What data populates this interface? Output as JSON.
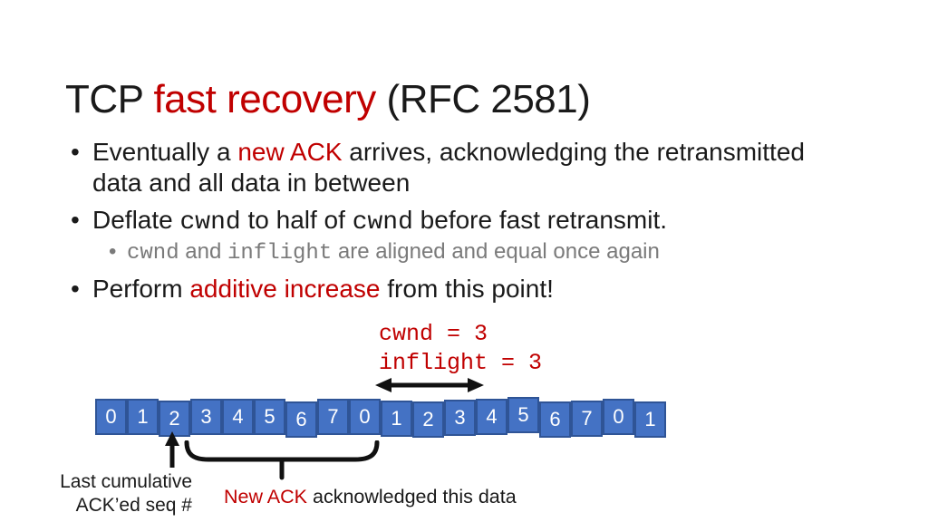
{
  "title": {
    "pre": "TCP ",
    "highlight": "fast recovery",
    "post": " (RFC 2581)"
  },
  "ui": {
    "bullet_char": "•"
  },
  "bullets": {
    "b1": {
      "line1_pre": "Eventually a ",
      "line1_red": "new ACK",
      "line1_post": " arrives, acknowledging the retransmitted",
      "line2": "data and all data in between"
    },
    "b2": {
      "pre": "Deflate ",
      "code1": "cwnd",
      "mid": " to half of ",
      "code2": "cwnd",
      "post": " before fast retransmit."
    },
    "sub": {
      "code1": "cwnd",
      "mid": " and ",
      "code2": "inflight",
      "post": " are aligned and equal once again"
    },
    "b3": {
      "pre": "Perform ",
      "red": "additive increase",
      "post": " from this point!"
    }
  },
  "state_labels": {
    "cwnd": "cwnd = 3",
    "inflight": "inflight = 3"
  },
  "sequence": {
    "values": [
      "0",
      "1",
      "2",
      "3",
      "4",
      "5",
      "6",
      "7",
      "0",
      "1",
      "2",
      "3",
      "4",
      "5",
      "6",
      "7",
      "0",
      "1"
    ]
  },
  "annotations": {
    "last_ack_line1": "Last cumulative",
    "last_ack_line2": "ACK’ed seq #",
    "new_ack_red": "New ACK",
    "new_ack_rest": " acknowledged this data"
  },
  "colors": {
    "accent_red": "#C00000",
    "box_fill": "#4472C4",
    "box_border": "#2F5496",
    "muted_gray": "#7A7A7A",
    "arrow_black": "#111111"
  }
}
